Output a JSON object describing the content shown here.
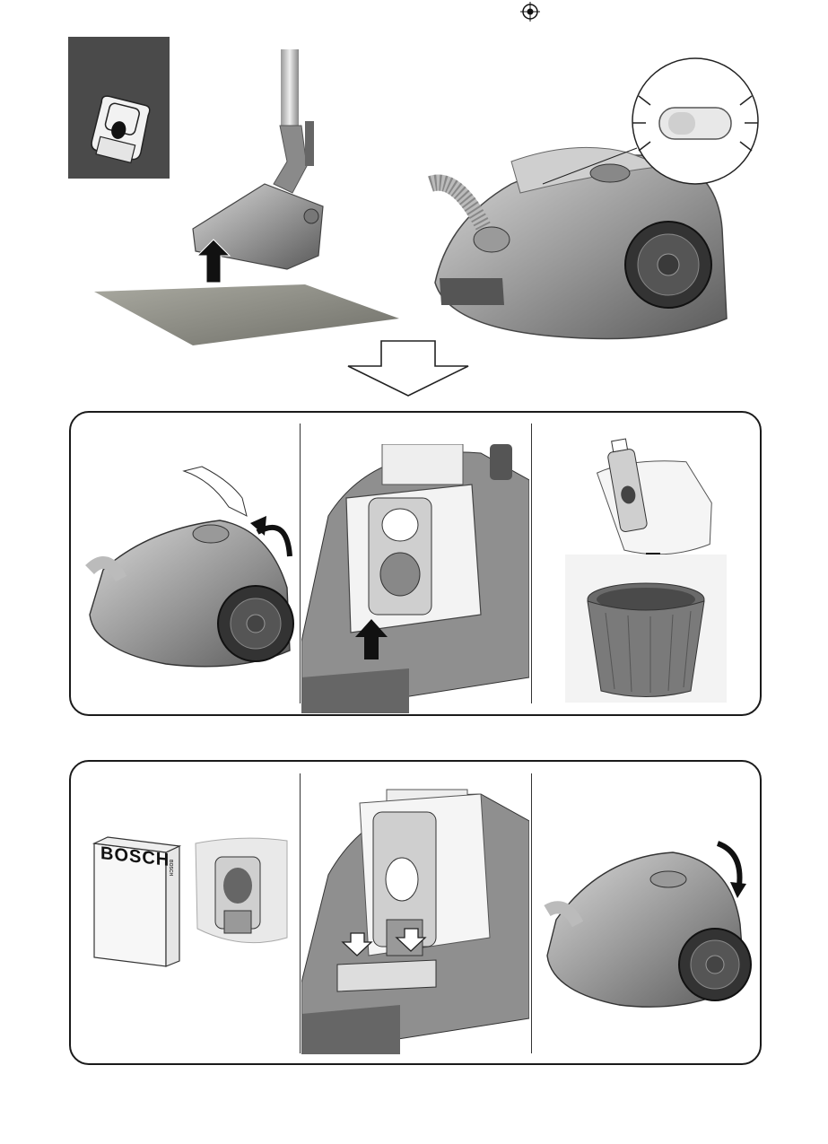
{
  "page": {
    "registration_mark": "registration-mark-icon",
    "bag_symbol": "dust-bag-icon"
  },
  "top_scene": {
    "warning_light": "indicator-light-icon",
    "down_arrow": "outline-down-arrow-icon"
  },
  "step_panel_1": {
    "cells": [
      {
        "name": "open-lid",
        "arrow": "curved-arrow-open-icon"
      },
      {
        "name": "pull-out-bag",
        "arrow": "up-arrow-icon"
      },
      {
        "name": "dispose-bag",
        "arrow": "down-arrow-icon"
      }
    ]
  },
  "step_panel_2": {
    "cells": [
      {
        "name": "new-bag-box",
        "box_brand": "BOSCH",
        "box_side": "BOSCH"
      },
      {
        "name": "insert-bag",
        "arrow": "insert-arrows-icon"
      },
      {
        "name": "close-lid",
        "arrow": "curved-arrow-close-icon"
      }
    ]
  }
}
